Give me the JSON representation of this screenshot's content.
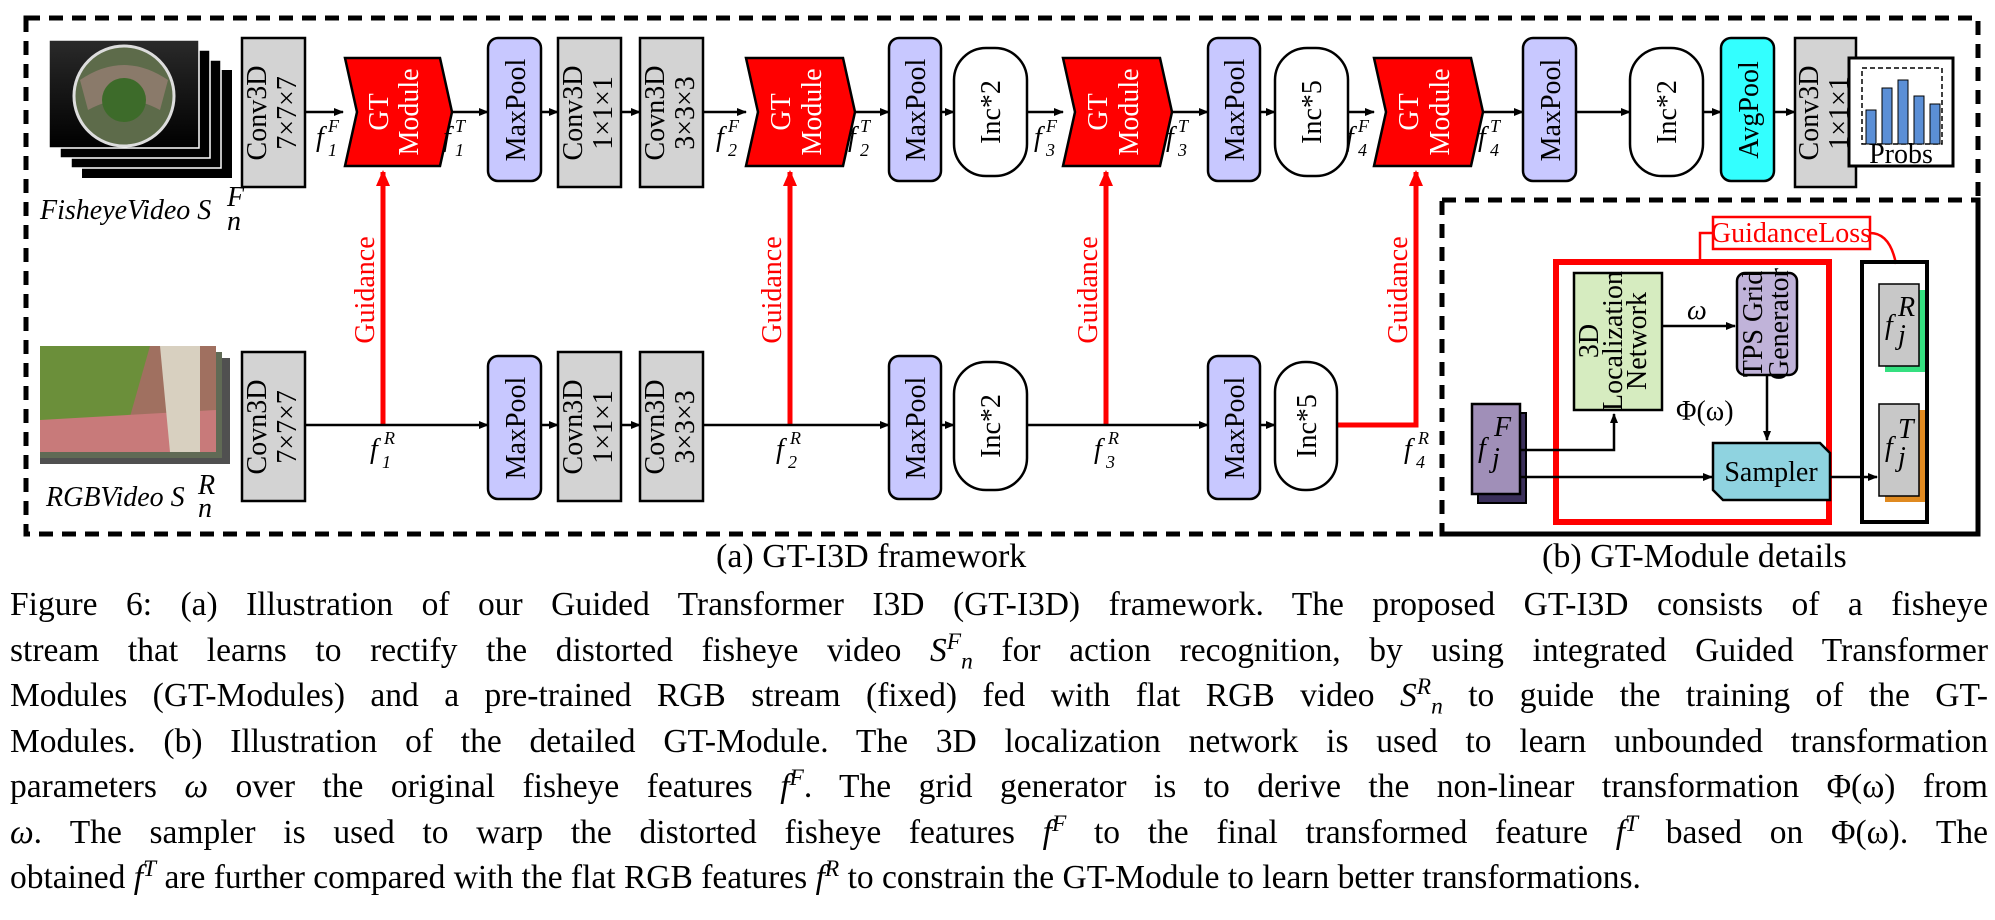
{
  "inputs": {
    "fisheye_label": "FisheyeVideo S",
    "fisheye_sup": "F",
    "fisheye_sub": "n",
    "rgb_label": "RGBVideo S",
    "rgb_sup": "R",
    "rgb_sub": "n"
  },
  "top_stream": {
    "conv_first": [
      "Conv3D",
      "7×7×7"
    ],
    "gt_module": [
      "GT",
      "Module"
    ],
    "maxpool": "MaxPool",
    "conv_1x1": [
      "Conv3D",
      "1×1×1"
    ],
    "covn_3x3": [
      "Covn3D",
      "3×3×3"
    ],
    "inc2": "Inc*2",
    "inc5": "Inc*5",
    "avgpool": "AvgPool",
    "conv_last": [
      "Conv3D",
      "1×1×1"
    ],
    "probs": "Probs"
  },
  "bottom_stream": {
    "covn_first": [
      "Covn3D",
      "7×7×7"
    ],
    "maxpool": "MaxPool",
    "covn_1x1": [
      "Covn3D",
      "1×1×1"
    ],
    "covn_3x3": [
      "Covn3D",
      "3×3×3"
    ],
    "inc2": "Inc*2",
    "inc5": "Inc*5"
  },
  "guidance_label": "Guidance",
  "feature_labels": {
    "f": "f",
    "sub": [
      "1",
      "2",
      "3",
      "4"
    ],
    "F": "F",
    "T": "T",
    "R": "R",
    "j": "j"
  },
  "gt_details": {
    "guidance_loss": "GuidanceLoss",
    "localization": [
      "3D",
      "Localization",
      "Network"
    ],
    "tps": [
      "TPS Grid",
      "Generator"
    ],
    "omega": "ω",
    "phi": "Φ(ω)",
    "sampler": "Sampler"
  },
  "subcaptions": {
    "a": "(a) GT-I3D framework",
    "b": "(b) GT-Module details"
  },
  "figure_caption": {
    "l1": "Figure 6: (a) Illustration of our Guided Transformer I3D (GT-I3D) framework. The proposed GT-I3D consists of a fisheye",
    "l2a": "stream that learns to rectify the distorted fisheye video ",
    "l2b": " for action recognition, by using integrated Guided Transformer",
    "l3a": "Modules (GT-Modules) and a pre-trained RGB stream (fixed) fed with flat RGB video ",
    "l3b": " to guide the training of the GT-",
    "l4": "Modules. (b) Illustration of the detailed GT-Module. The 3D localization network is used to learn unbounded transformation",
    "l5a": "parameters ",
    "l5b": " over the original fisheye features ",
    "l5c": ". The grid generator is to derive the non-linear transformation ",
    "l5d": " from",
    "l6a": ". The sampler is used to warp the distorted fisheye features ",
    "l6b": " to the final transformed feature ",
    "l6c": " based on ",
    "l6d": ". The",
    "l7a": "obtained ",
    "l7b": " are further compared with the flat RGB features ",
    "l7c": " to constrain the GT-Module to learn better transformations.",
    "sym_S": "S",
    "sym_n": "n",
    "sym_F": "F",
    "sym_R": "R",
    "sym_f": "f",
    "sym_T": "T",
    "sym_omega": "ω",
    "sym_phi": "Φ(ω)"
  },
  "colors": {
    "gt_module": "#ff0000",
    "maxpool": "#c8c8ff",
    "conv": "#d3d3d3",
    "avgpool": "#33ffff",
    "localization": "#d6ecc0",
    "tps": "#c0b3d9",
    "sampler": "#8fd3e0",
    "fj_in": "#a08fb8",
    "guidance": "#ff0000"
  }
}
